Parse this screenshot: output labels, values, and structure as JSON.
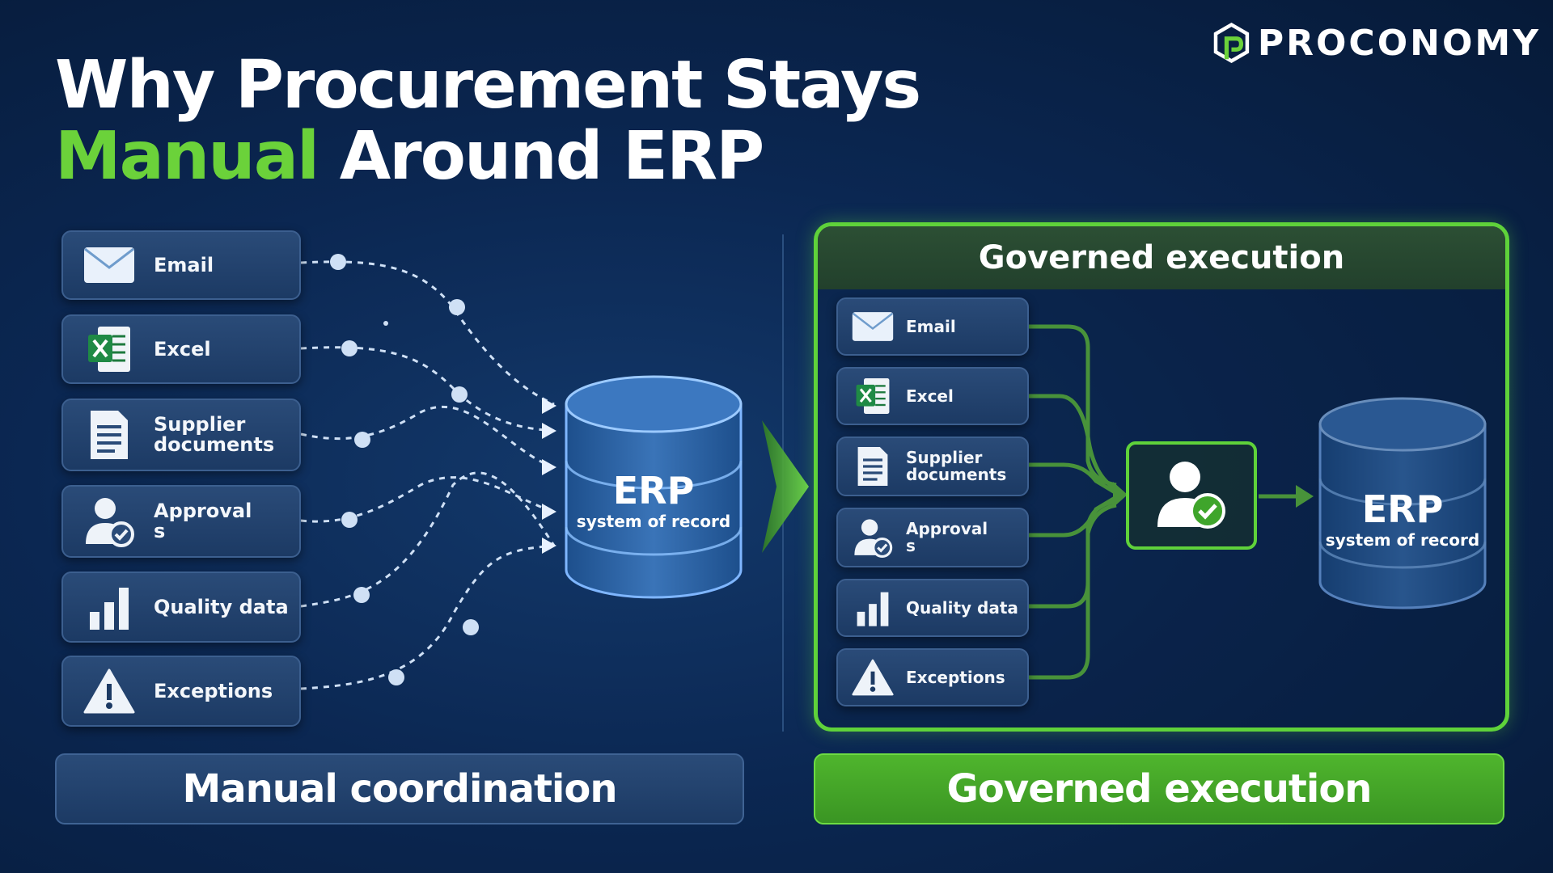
{
  "title": {
    "line1": "Why Procurement Stays",
    "highlight": "Manual",
    "line2_rest": "Around ERP"
  },
  "logo": {
    "text": "PROCONOMY"
  },
  "left_sources": [
    {
      "label": "Email",
      "icon": "email-icon"
    },
    {
      "label": "Excel",
      "icon": "excel-icon"
    },
    {
      "label": "Supplier documents",
      "icon": "document-icon"
    },
    {
      "label": "Approval s",
      "icon": "approval-icon"
    },
    {
      "label": "Quality data",
      "icon": "bar-chart-icon"
    },
    {
      "label": "Exceptions",
      "icon": "warning-icon"
    }
  ],
  "erp_left": {
    "name": "ERP",
    "subtitle": "system of record"
  },
  "panel": {
    "header": "Governed execution"
  },
  "right_sources": [
    {
      "label": "Email",
      "icon": "email-icon"
    },
    {
      "label": "Excel",
      "icon": "excel-icon"
    },
    {
      "label": "Supplier documents",
      "icon": "document-icon"
    },
    {
      "label": "Approval s",
      "icon": "approval-icon"
    },
    {
      "label": "Quality data",
      "icon": "bar-chart-icon"
    },
    {
      "label": "Exceptions",
      "icon": "warning-icon"
    }
  ],
  "erp_right": {
    "name": "ERP",
    "subtitle": "system of record"
  },
  "footer": {
    "left": "Manual coordination",
    "right": "Governed execution"
  },
  "colors": {
    "accent_green": "#5fd23a",
    "navy": "#0b2752",
    "card": "#2a4b78"
  }
}
